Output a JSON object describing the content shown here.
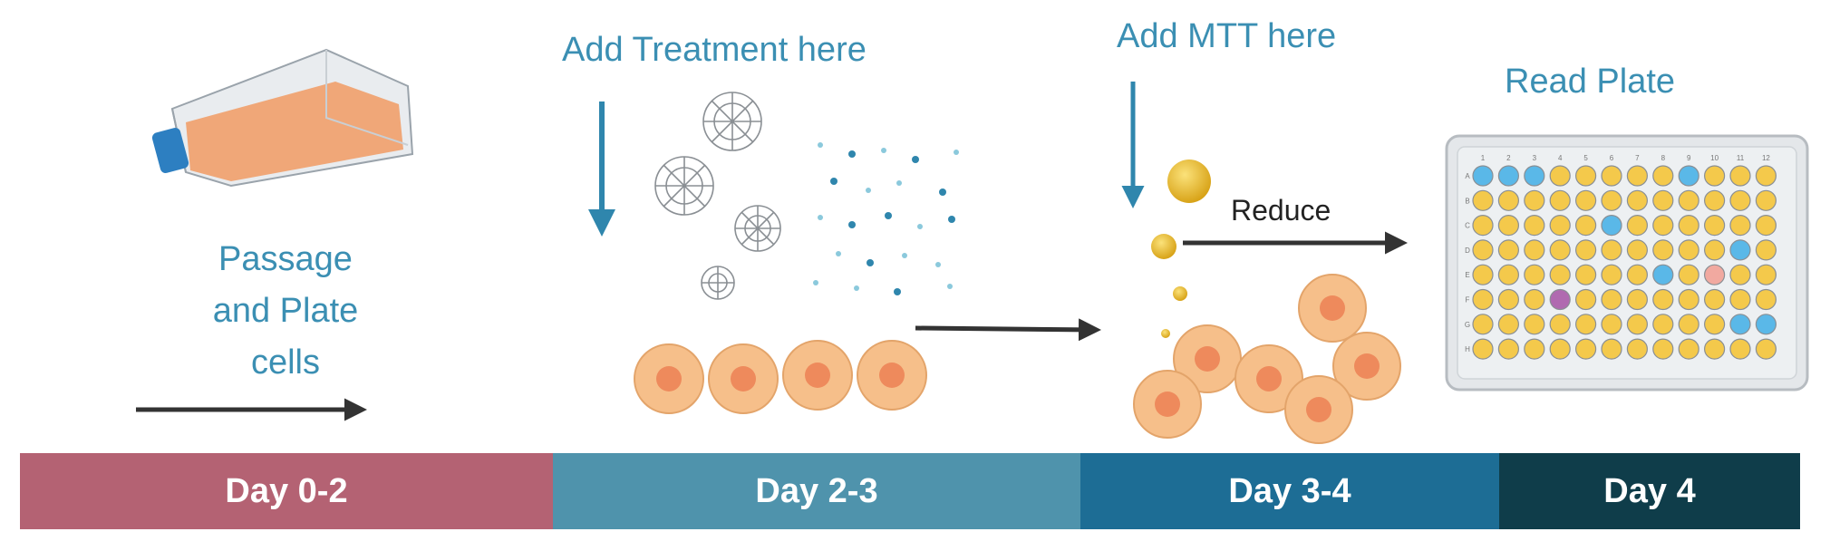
{
  "steps": {
    "passage": [
      "Passage",
      "and Plate",
      "cells"
    ],
    "treatment": "Add Treatment here",
    "mtt": "Add MTT here",
    "reduce": "Reduce",
    "read": "Read Plate"
  },
  "timeline": [
    {
      "label": "Day 0-2",
      "color": "#b46273"
    },
    {
      "label": "Day 2-3",
      "color": "#4f93ac"
    },
    {
      "label": "Day 3-4",
      "color": "#1d6d95"
    },
    {
      "label": "Day 4",
      "color": "#0f3d4a"
    }
  ],
  "plate": {
    "col_labels": [
      "1",
      "2",
      "3",
      "4",
      "5",
      "6",
      "7",
      "8",
      "9",
      "10",
      "11",
      "12"
    ],
    "row_labels": [
      "A",
      "B",
      "C",
      "D",
      "E",
      "F",
      "G",
      "H"
    ]
  },
  "colors": {
    "accent_text": "#3b8fb3",
    "well_yellow": "#f4c94b",
    "well_blue": "#5ab8e8",
    "well_pink": "#f1a9a0",
    "well_purple": "#b06ab0",
    "cell_body": "#f6bf8a",
    "cell_nucleus": "#ee8a5c",
    "flask_liquid": "#f1a06a",
    "flask_cap": "#2d7fc1"
  }
}
